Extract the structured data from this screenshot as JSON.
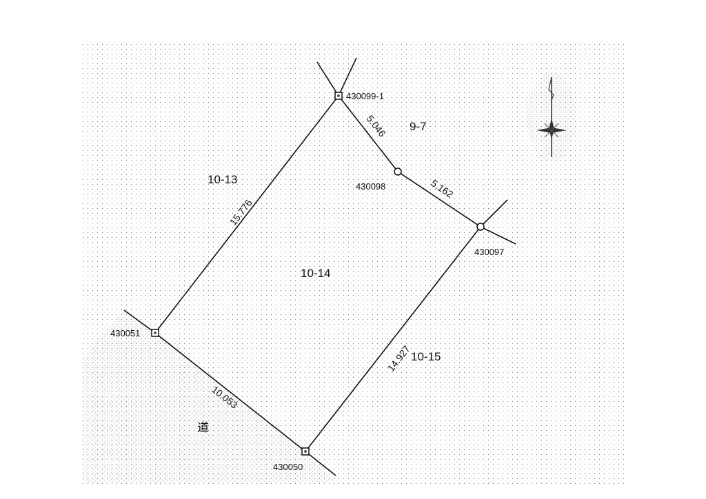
{
  "parcels": {
    "subject": "10-14",
    "north_west": "10-13",
    "north_east": "9-7",
    "south_east": "10-15",
    "road": "道"
  },
  "points": {
    "p1": "430099-1",
    "p2": "430098",
    "p3": "430097",
    "p4": "430050",
    "p5": "430051"
  },
  "dimensions": {
    "p1_p2": "5.046",
    "p2_p3": "5.162",
    "p3_p4": "14.927",
    "p4_p5": "10.053",
    "p5_p1": "15.776"
  },
  "north_arrow_icon": "north-arrow-compass-icon"
}
